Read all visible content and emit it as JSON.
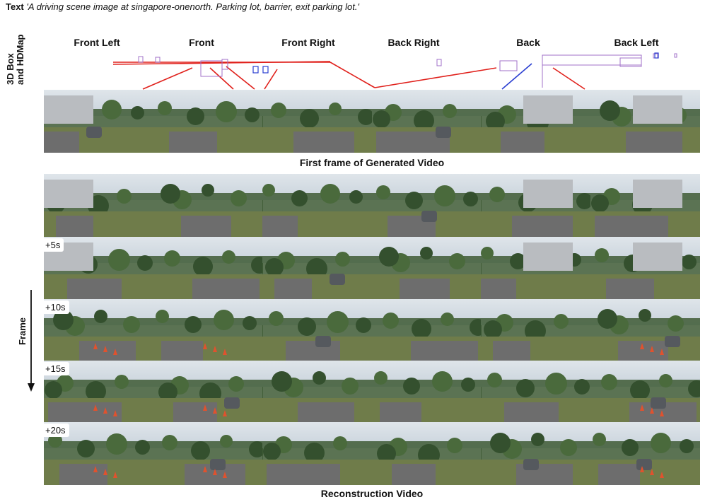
{
  "prompt": {
    "label": "Text",
    "text": "'A driving scene image at singapore-onenorth. Parking lot, barrier, exit parking lot.'"
  },
  "side_label": {
    "line1": "3D Box",
    "line2": "and HDMap"
  },
  "views": [
    "Front Left",
    "Front",
    "Front Right",
    "Back Right",
    "Back",
    "Back Left"
  ],
  "captions": {
    "first_frame": "First frame of Generated Video",
    "reconstruction": "Reconstruction Video"
  },
  "frame_axis": {
    "label": "Frame"
  },
  "time_offsets": [
    "",
    "+5s",
    "+10s",
    "+15s",
    "+20s"
  ],
  "colors": {
    "map_line": "#e0201b",
    "box_blue": "#2b3fd1",
    "box_purple": "#a070c8",
    "sky": "#c9d3dc",
    "tree": "#3e5a35",
    "grass": "#6f7c4a",
    "road": "#6d6d6d",
    "building": "#b9bcc0",
    "cone": "#e0522e"
  }
}
